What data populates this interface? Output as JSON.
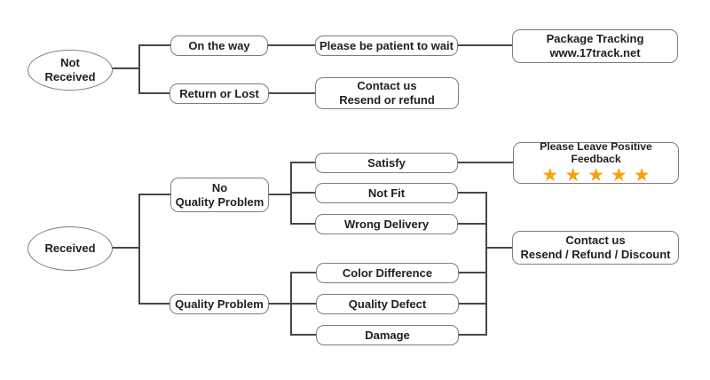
{
  "colors": {
    "star": "#F9A109",
    "line": "#474747",
    "node_border": "#7d7d7d",
    "text": "#1f1f1f",
    "background": "#ffffff"
  },
  "nodes": {
    "not_received": {
      "line1": "Not",
      "line2": "Received"
    },
    "received": {
      "label": "Received"
    },
    "on_the_way": {
      "label": "On the way"
    },
    "return_or_lost": {
      "label": "Return or Lost"
    },
    "be_patient": {
      "label": "Please be patient to wait"
    },
    "package_tracking": {
      "line1": "Package Tracking",
      "line2": "www.17track.net"
    },
    "contact_resend_refund": {
      "line1": "Contact us",
      "line2": "Resend or refund"
    },
    "no_quality_problem": {
      "line1": "No",
      "line2": "Quality Problem"
    },
    "quality_problem": {
      "label": "Quality Problem"
    },
    "satisfy": {
      "label": "Satisfy"
    },
    "not_fit": {
      "label": "Not Fit"
    },
    "wrong_delivery": {
      "label": "Wrong Delivery"
    },
    "color_difference": {
      "label": "Color Difference"
    },
    "quality_defect": {
      "label": "Quality Defect"
    },
    "damage": {
      "label": "Damage"
    },
    "positive_feedback": {
      "label": "Please Leave Positive Feedback",
      "stars": "★★★★★",
      "star_count": 5
    },
    "contact_resend_refund_discount": {
      "line1": "Contact us",
      "line2": "Resend / Refund / Discount"
    }
  }
}
